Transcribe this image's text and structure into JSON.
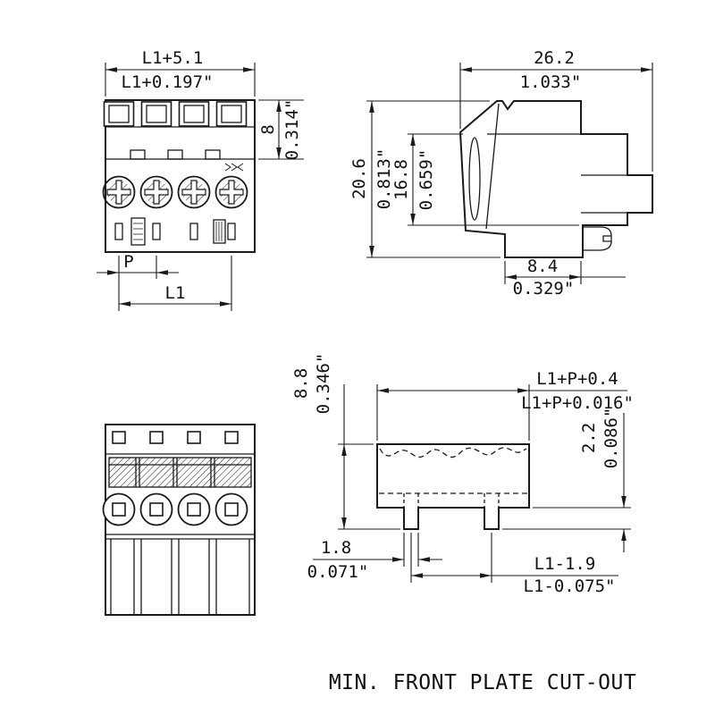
{
  "title": "MIN. FRONT PLATE CUT-OUT",
  "front_view": {
    "width_mm": "L1+5.1",
    "width_in": "L1+0.197\"",
    "height_mm": "8",
    "height_in": "0.314\"",
    "pitch": "P",
    "length": "L1"
  },
  "side_view": {
    "width_mm": "26.2",
    "width_in": "1.033\"",
    "height_mm": "20.6",
    "height_in": "0.813\"",
    "inner_height_mm": "16.8",
    "inner_height_in": "0.659\"",
    "depth_mm": "8.4",
    "depth_in": "0.329\""
  },
  "cutout_view": {
    "height_mm": "8.8",
    "height_in": "0.346\"",
    "width_mm": "L1+P+0.4",
    "width_in": "L1+P+0.016\"",
    "notch_mm": "2.2",
    "notch_in": "0.086\"",
    "foot_mm": "1.8",
    "foot_in": "0.071\"",
    "span_mm": "L1-1.9",
    "span_in": "L1-0.075\""
  }
}
